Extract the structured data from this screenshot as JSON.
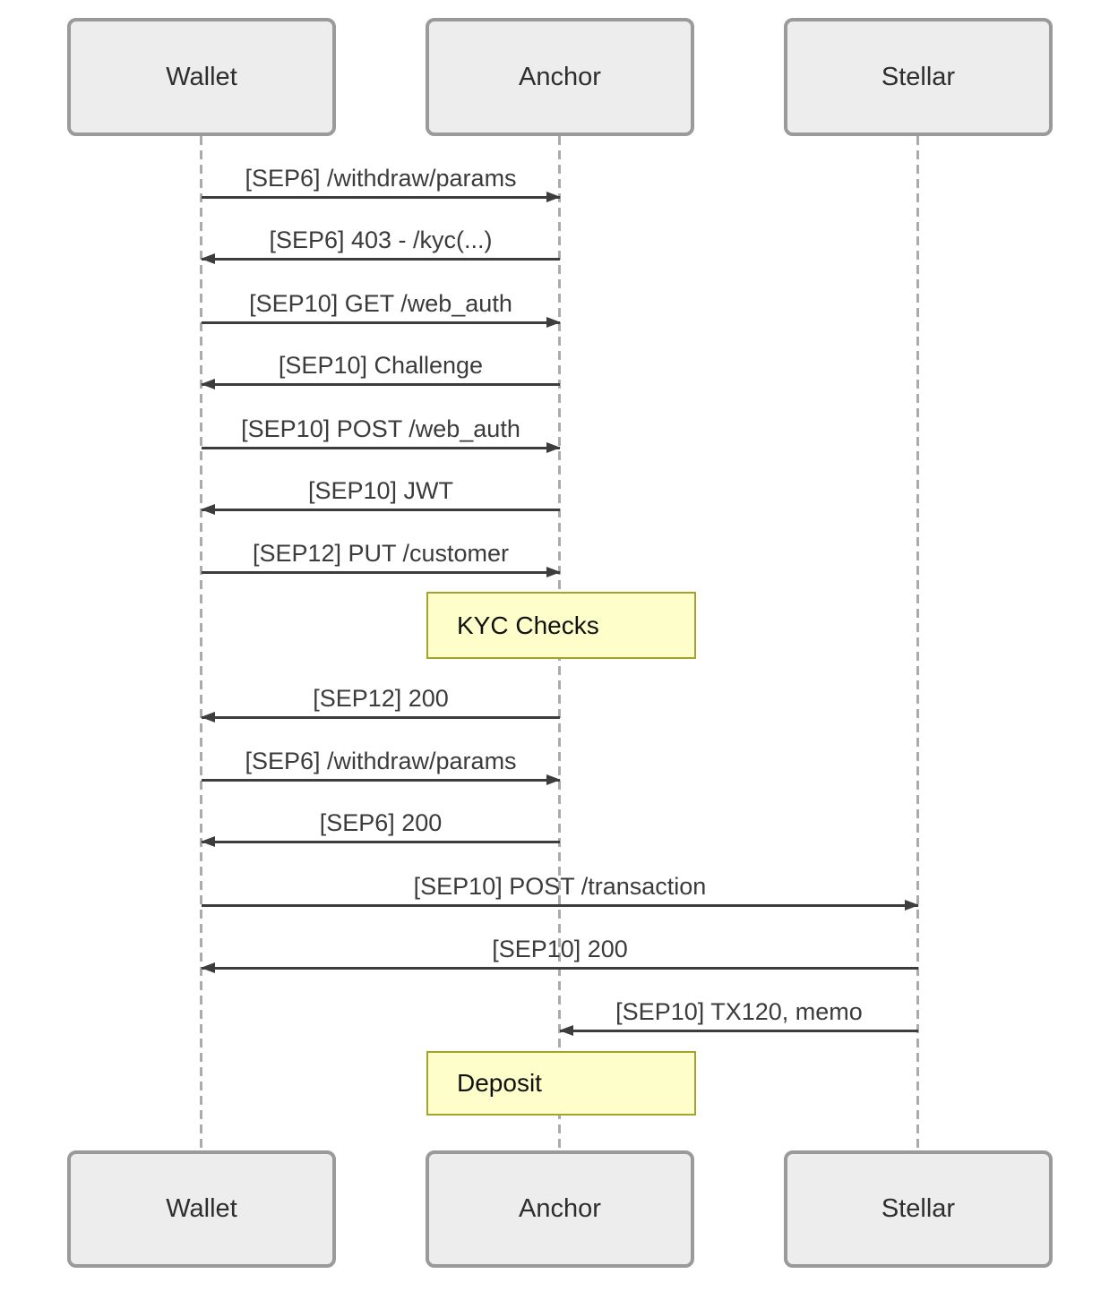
{
  "diagram": {
    "type": "sequence",
    "participants": [
      {
        "name": "Wallet"
      },
      {
        "name": "Anchor"
      },
      {
        "name": "Stellar"
      }
    ],
    "messages": [
      {
        "from": "Wallet",
        "to": "Anchor",
        "label": "[SEP6] /withdraw/params"
      },
      {
        "from": "Anchor",
        "to": "Wallet",
        "label": "[SEP6] 403 - /kyc(...)"
      },
      {
        "from": "Wallet",
        "to": "Anchor",
        "label": "[SEP10] GET /web_auth"
      },
      {
        "from": "Anchor",
        "to": "Wallet",
        "label": "[SEP10] Challenge"
      },
      {
        "from": "Wallet",
        "to": "Anchor",
        "label": "[SEP10] POST /web_auth"
      },
      {
        "from": "Anchor",
        "to": "Wallet",
        "label": "[SEP10] JWT"
      },
      {
        "from": "Wallet",
        "to": "Anchor",
        "label": "[SEP12] PUT /customer"
      },
      {
        "from": "Anchor",
        "to": "Wallet",
        "label": "[SEP12] 200"
      },
      {
        "from": "Wallet",
        "to": "Anchor",
        "label": "[SEP6] /withdraw/params"
      },
      {
        "from": "Anchor",
        "to": "Wallet",
        "label": "[SEP6] 200"
      },
      {
        "from": "Wallet",
        "to": "Stellar",
        "label": "[SEP10] POST /transaction"
      },
      {
        "from": "Stellar",
        "to": "Wallet",
        "label": "[SEP10] 200"
      },
      {
        "from": "Stellar",
        "to": "Anchor",
        "label": "[SEP10] TX120, memo"
      }
    ],
    "notes": [
      {
        "over": "Anchor",
        "label": "KYC Checks"
      },
      {
        "over": "Anchor",
        "label": "Deposit"
      }
    ],
    "colors": {
      "participant_fill": "#ededed",
      "participant_border": "#9a9a9a",
      "note_fill": "#fdfec9",
      "note_border": "#a3a32e",
      "arrow": "#3d3d3d",
      "lifeline": "#ababab",
      "text": "#3b3b3b"
    }
  }
}
